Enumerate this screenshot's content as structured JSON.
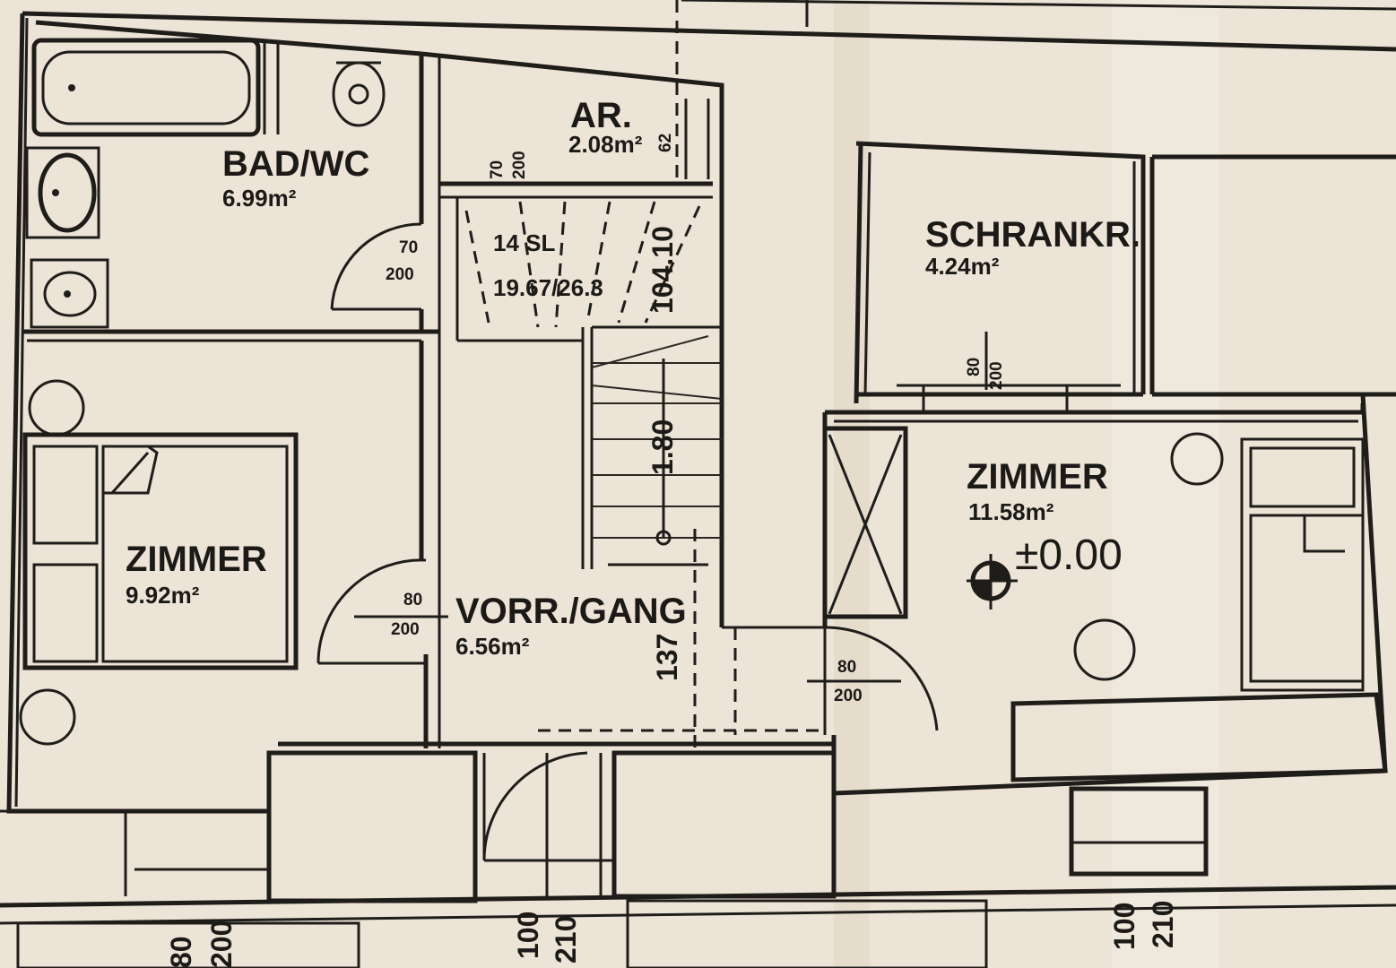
{
  "rooms": {
    "bad_wc": {
      "name": "BAD/WC",
      "area": "6.99m²"
    },
    "abstellraum": {
      "name": "AR.",
      "area": "2.08m²"
    },
    "schrankraum": {
      "name": "SCHRANKR.",
      "area": "4.24m²"
    },
    "zimmer_links": {
      "name": "ZIMMER",
      "area": "9.92m²"
    },
    "vorraum_gang": {
      "name": "VORR./GANG",
      "area": "6.56m²"
    },
    "zimmer_rechts": {
      "name": "ZIMMER",
      "area": "11.58m²"
    }
  },
  "stairs": {
    "steps": "14 SL",
    "ratio": "19.67/26.3",
    "width": "104.10",
    "height": "1.80"
  },
  "level_mark": "±0.00",
  "dimensions": {
    "door_ar_width": "70",
    "door_ar_height": "200",
    "door_bad_width": "70",
    "door_bad_height": "200",
    "door_schrank_width": "80",
    "door_schrank_height": "200",
    "door_zimmer_links_width": "80",
    "door_zimmer_links_height": "200",
    "door_zimmer_rechts_width": "80",
    "door_zimmer_rechts_height": "200",
    "gang_width": "137",
    "window_1_width": "100",
    "window_1_height": "210",
    "window_2_width": "100",
    "window_2_height": "210",
    "window_3_width": "80",
    "window_3_height": "200",
    "ar_edge": "62"
  },
  "colors": {
    "paper": "#ece4d6",
    "ink": "#1f1d1a"
  }
}
